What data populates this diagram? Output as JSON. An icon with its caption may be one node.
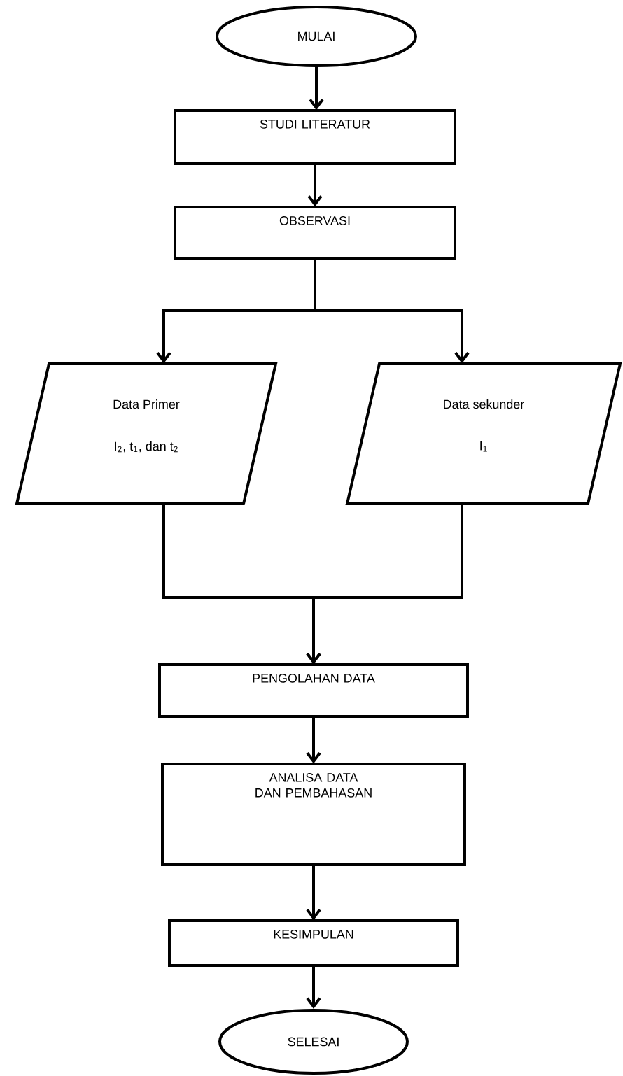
{
  "diagram": {
    "nodes": [
      {
        "text": [
          "MULAI"
        ]
      },
      {
        "text": [
          "STUDI LITERATUR"
        ]
      },
      {
        "text": [
          "OBSERVASI"
        ]
      },
      {
        "text": [
          "Data Primer",
          "I$_{2}$, t$_{1}$, dan t$_{2}$"
        ]
      },
      {
        "text": [
          "Data sekunder",
          "I$_{1}$"
        ]
      },
      {
        "text": [
          "PENGOLAHAN DATA"
        ]
      },
      {
        "text": [
          "ANALISA DATA DAN PEMBAHASAN"
        ]
      },
      {
        "text": [
          "KESIMPULAN"
        ]
      },
      {
        "text": [
          "SELESAI"
        ]
      }
    ],
    "edges": [
      {
        "from": 0,
        "to": 1,
        "arrow": "to"
      },
      {
        "from": 1,
        "to": 2,
        "arrow": "to"
      },
      {
        "from": 2,
        "to": 3,
        "arrow": "to"
      },
      {
        "from": 2,
        "to": 4,
        "arrow": "to"
      },
      {
        "from": 3,
        "to": 5,
        "arrow": "to"
      },
      {
        "from": 4,
        "to": 5,
        "arrow": "to"
      },
      {
        "from": 5,
        "to": 6,
        "arrow": "to"
      },
      {
        "from": 6,
        "to": 7,
        "arrow": "to"
      },
      {
        "from": 7,
        "to": 8,
        "arrow": "to"
      }
    ]
  }
}
